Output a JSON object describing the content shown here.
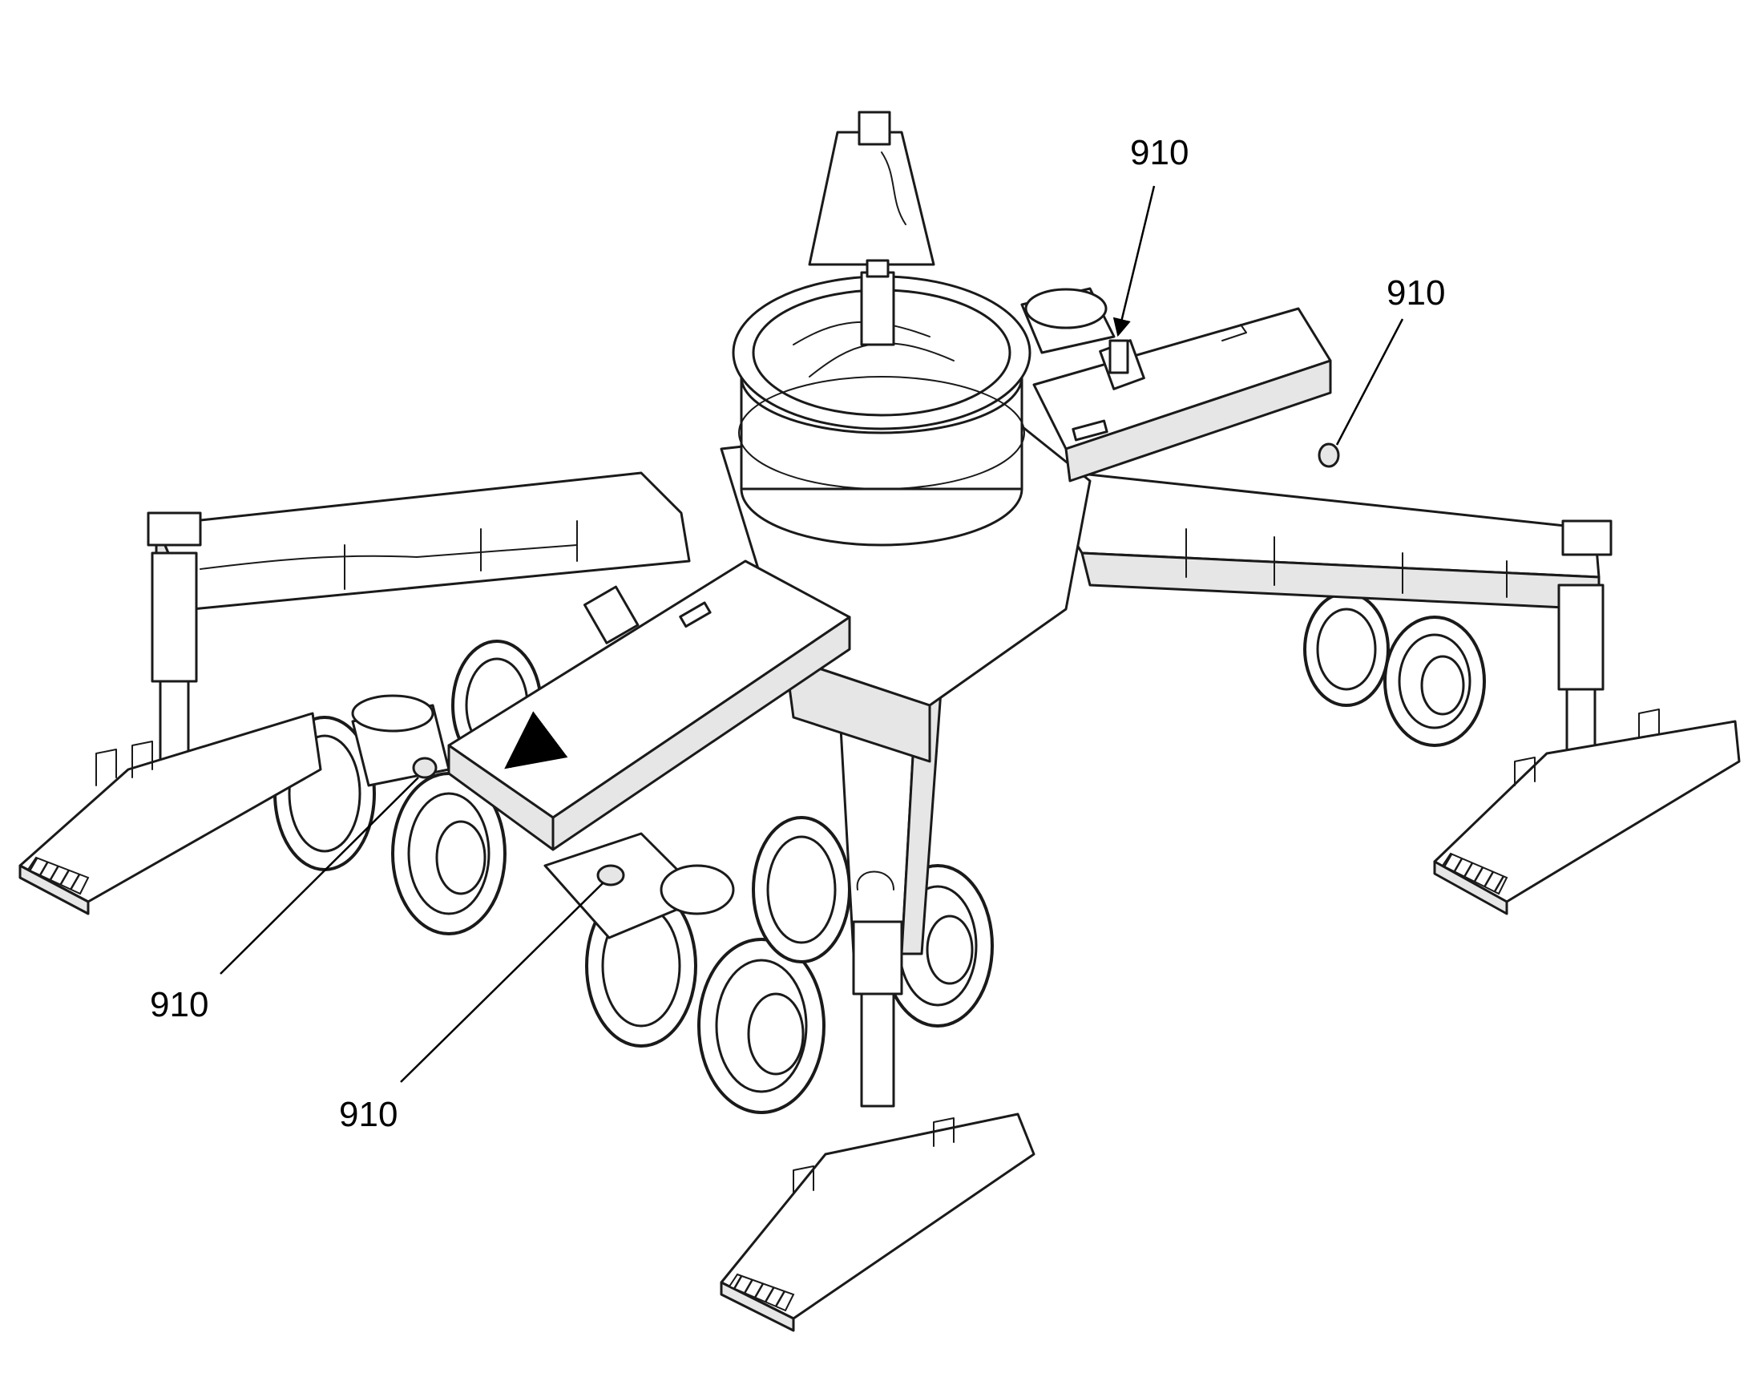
{
  "figure": {
    "reference_labels": [
      {
        "id": "top",
        "text": "910"
      },
      {
        "id": "right",
        "text": "910"
      },
      {
        "id": "left",
        "text": "910"
      },
      {
        "id": "bottom",
        "text": "910"
      }
    ]
  }
}
